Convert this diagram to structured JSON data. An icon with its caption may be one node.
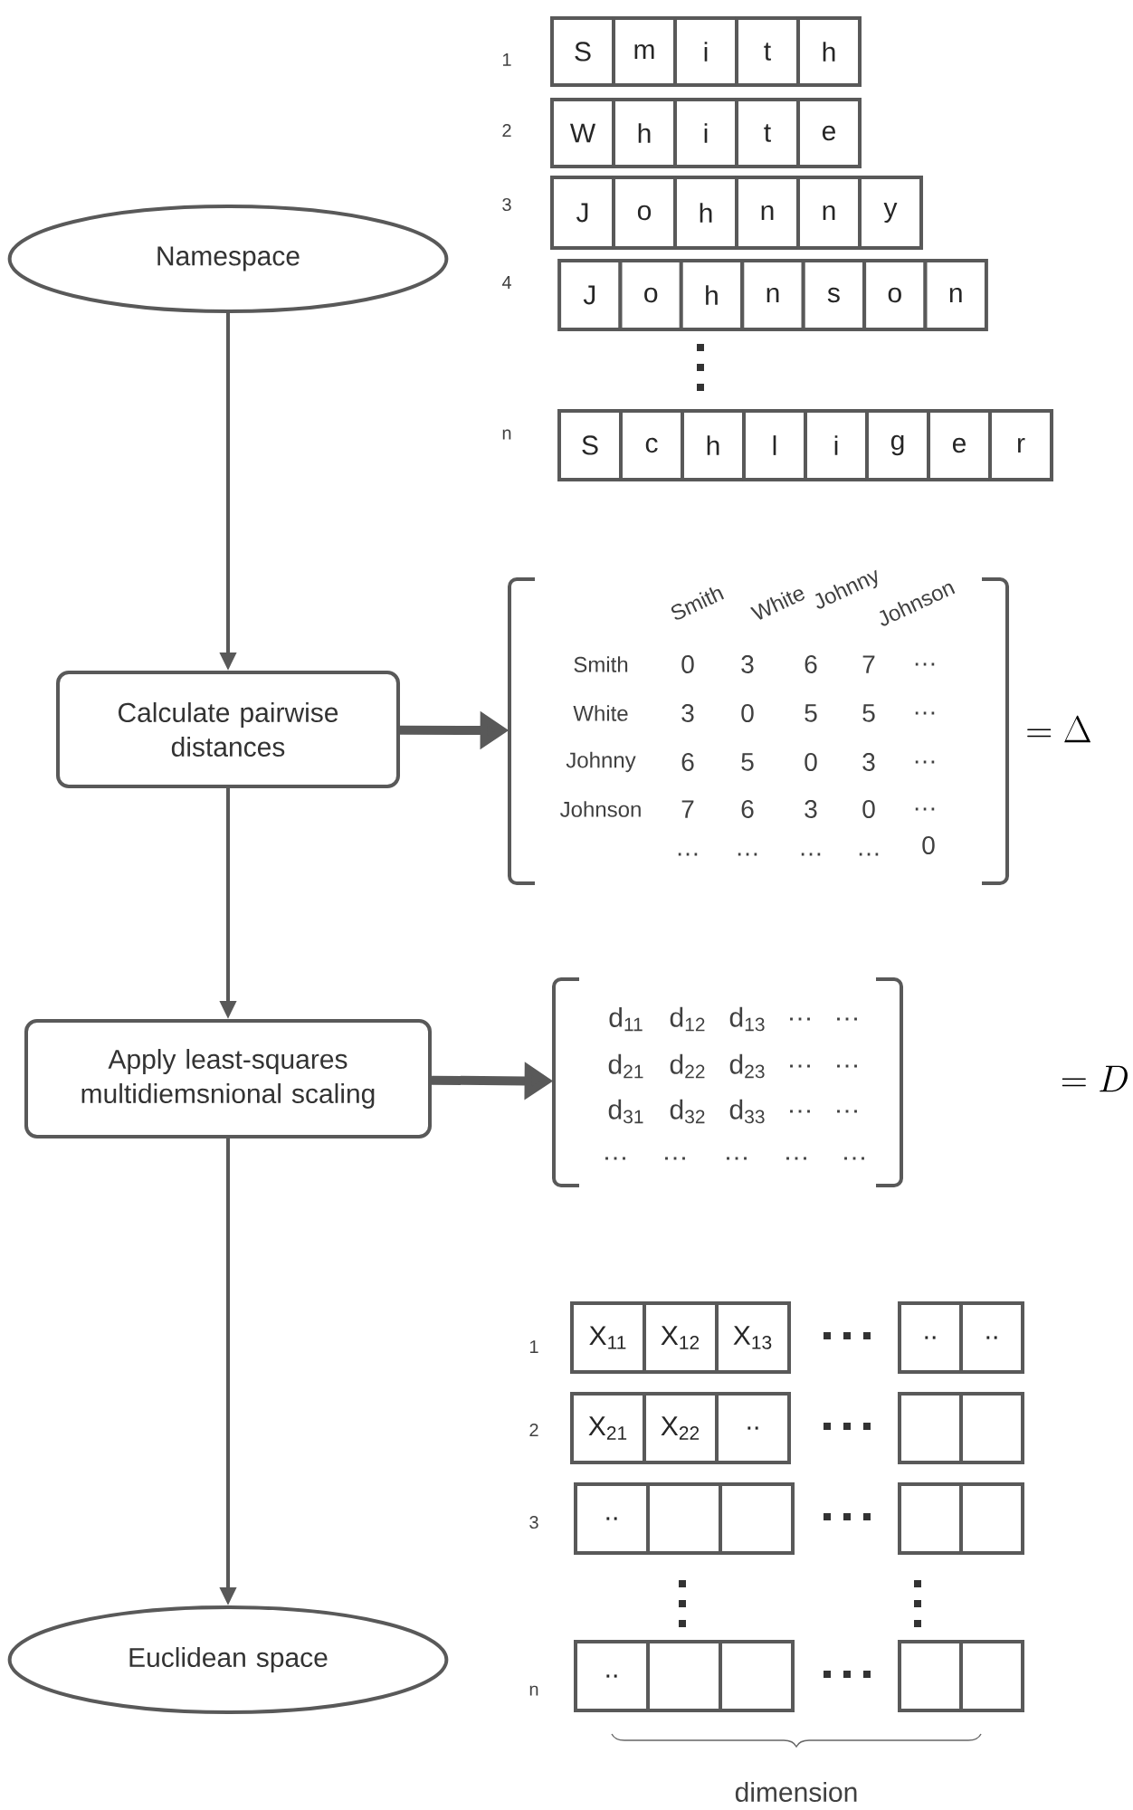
{
  "diagram": {
    "nodes": [
      {
        "text": [
          "Namespace"
        ]
      },
      {
        "text": [
          "Calculate pairwise distances"
        ]
      },
      {
        "text": [
          "Apply least-squares multidiemsnional scaling"
        ]
      },
      {
        "text": [
          "Euclidean space"
        ]
      },
      {
        "text": [],
        "shape": "bracket"
      },
      {
        "text": [],
        "shape": "bracket"
      }
    ],
    "edges": [
      {
        "from": 0,
        "to": 1,
        "arrow": "to"
      },
      {
        "from": 1,
        "to": 2,
        "arrow": "to"
      },
      {
        "from": 2,
        "to": 3,
        "arrow": "to"
      },
      {
        "from": 1,
        "to": 4,
        "arrow": "to",
        "style": "thick"
      },
      {
        "from": 2,
        "to": 5,
        "arrow": "to",
        "style": "thick"
      }
    ],
    "labels": [
      "1",
      "S",
      "m",
      "i",
      "t",
      "h",
      "2",
      "W",
      "h",
      "i",
      "t",
      "e",
      "3",
      "J",
      "o",
      "h",
      "n",
      "n",
      "y",
      "4",
      "J",
      "o",
      "h",
      "n",
      "s",
      "o",
      "n",
      "n",
      "S",
      "c",
      "h",
      "l",
      "i",
      "g",
      "e",
      "r",
      "Smith",
      "White",
      "Johnny",
      "Johnson",
      "Smith",
      "0",
      "3",
      "6",
      "7",
      "…",
      "White",
      "3",
      "0",
      "5",
      "5",
      "…",
      "Johnny",
      "6",
      "5",
      "0",
      "3",
      "…",
      "Johnson",
      "7",
      "6",
      "3",
      "0",
      "…",
      "…",
      "…",
      "…",
      "…",
      "0",
      "= \\Delta",
      "d$_{11}$",
      "d$_{12}$",
      "d$_{13}$",
      "…",
      "…",
      "d$_{21}$",
      "d$_{22}$",
      "d$_{23}$",
      "…",
      "…",
      "d$_{31}$",
      "d$_{32}$",
      "d$_{33}$",
      "…",
      "…",
      "…",
      "…",
      "…",
      "…",
      "…",
      "= D",
      "1",
      "X$_{11}$",
      "X$_{12}$",
      "X$_{13}$",
      "..",
      "..",
      "2",
      "X$_{21}$",
      "X$_{22}$",
      "..",
      "3",
      "..",
      "n",
      "..",
      "dimension"
    ]
  }
}
